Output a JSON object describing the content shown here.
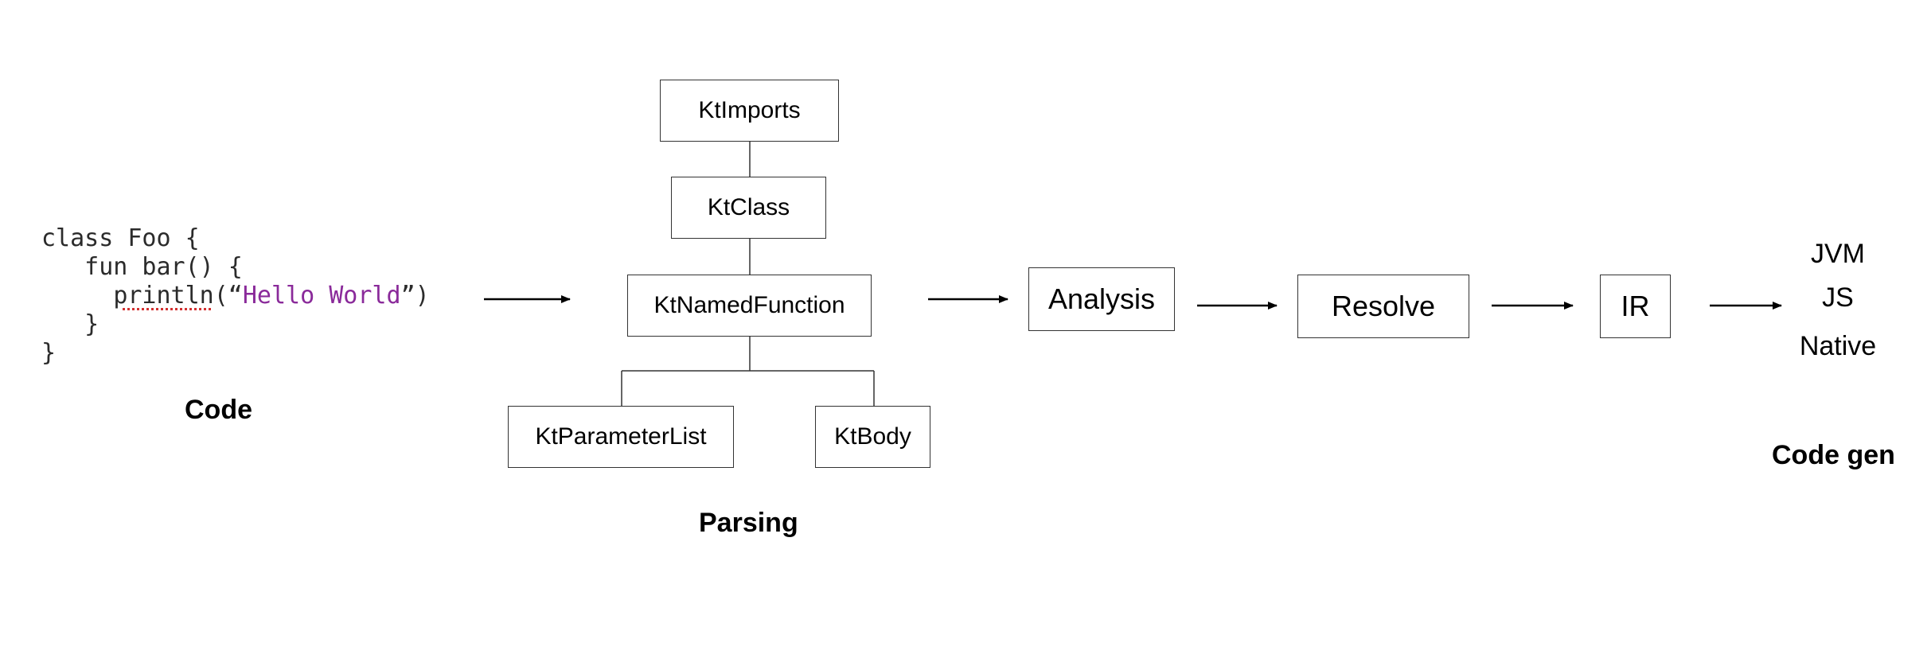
{
  "code": {
    "line1": "class Foo {",
    "line2": "   fun bar() {",
    "line3_indent": "     ",
    "line3_fn": "println",
    "line3_open": "(“",
    "line3_str": "Hello World",
    "line3_close": "”)",
    "line4": "   }",
    "line5": "}"
  },
  "labels": {
    "code": "Code",
    "parsing": "Parsing",
    "codegen": "Code gen"
  },
  "tree": {
    "imports": "KtImports",
    "class": "KtClass",
    "named_function": "KtNamedFunction",
    "parameter_list": "KtParameterList",
    "body": "KtBody"
  },
  "pipeline": {
    "analysis": "Analysis",
    "resolve": "Resolve",
    "ir": "IR"
  },
  "targets": {
    "jvm": "JVM",
    "js": "JS",
    "native": "Native"
  },
  "colors": {
    "code_text": "#2b2b2b",
    "string_literal": "#8a2a9a",
    "spell_underline": "#d23030",
    "border": "#333333"
  }
}
